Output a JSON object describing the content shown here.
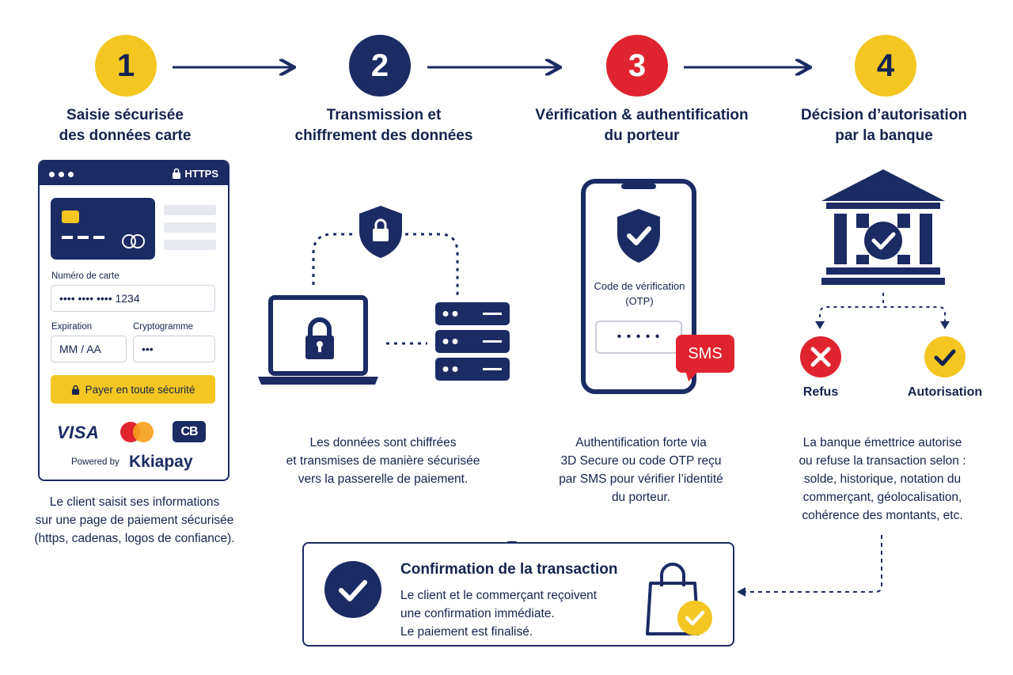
{
  "colors": {
    "navy": "#1b2b64",
    "yellow": "#f4c622",
    "red": "#e0242f",
    "text": "#14234f"
  },
  "steps": [
    {
      "number": "1",
      "color": "#f4c622",
      "title_line1": "Saisie sécurisée",
      "title_line2": "des données carte",
      "desc": [
        "Le client saisit ses informations",
        "sur une page de paiement sécurisée",
        "(https, cadenas, logos de confiance)."
      ]
    },
    {
      "number": "2",
      "color": "#1b2b64",
      "title_line1": "Transmission et",
      "title_line2": "chiffrement des données",
      "desc": [
        "Les données sont chiffrées",
        "et transmises de manière sécurisée",
        "vers la passerelle de paiement."
      ]
    },
    {
      "number": "3",
      "color": "#e0242f",
      "title_line1": "Vérification & authentification",
      "title_line2": "du porteur",
      "desc": [
        "Authentification forte via",
        "3D Secure ou code OTP reçu",
        "par SMS pour vérifier l’identité",
        "du porteur."
      ]
    },
    {
      "number": "4",
      "color": "#f4c622",
      "title_line1": "Décision d’autorisation",
      "title_line2": "par la banque",
      "desc": [
        "La banque émettrice autorise",
        "ou refuse la transaction selon :",
        "solde, historique, notation du",
        "commerçant, géolocalisation,",
        "cohérence des montants, etc."
      ]
    }
  ],
  "payment_form": {
    "https_label": "HTTPS",
    "card_number_label": "Numéro de carte",
    "card_number_value": "•••• •••• •••• 1234",
    "expiration_label": "Expiration",
    "expiration_value": "MM / AA",
    "cvv_label": "Cryptogramme",
    "cvv_value": "•••",
    "pay_button": "Payer en toute sécurité",
    "brands": [
      "VISA",
      "mastercard-logo",
      "CB"
    ],
    "powered_by": "Powered by",
    "provider": "Kkiapay"
  },
  "otp": {
    "label_line1": "Code de vérification",
    "label_line2": "(OTP)",
    "value": "• • • • •",
    "sms_badge": "SMS"
  },
  "decision": {
    "refuse_label": "Refus",
    "authorize_label": "Autorisation"
  },
  "confirmation": {
    "title": "Confirmation de la transaction",
    "lines": [
      "Le client et le commerçant reçoivent",
      "une confirmation immédiate.",
      "Le paiement est finalisé."
    ]
  }
}
